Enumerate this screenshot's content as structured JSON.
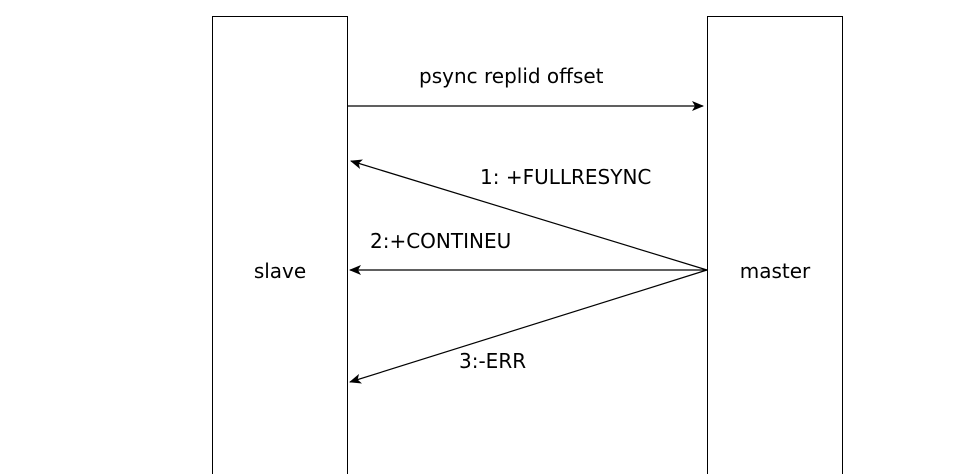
{
  "nodes": {
    "slave": {
      "label": "slave"
    },
    "master": {
      "label": "master"
    }
  },
  "messages": [
    {
      "label": "psync replid offset",
      "from": "slave",
      "to": "master"
    },
    {
      "label": "1: +FULLRESYNC",
      "from": "master",
      "to": "slave"
    },
    {
      "label": "2:+CONTINEU",
      "from": "master",
      "to": "slave"
    },
    {
      "label": "3:-ERR",
      "from": "master",
      "to": "slave"
    }
  ],
  "colors": {
    "stroke": "#000000",
    "background": "#ffffff"
  }
}
